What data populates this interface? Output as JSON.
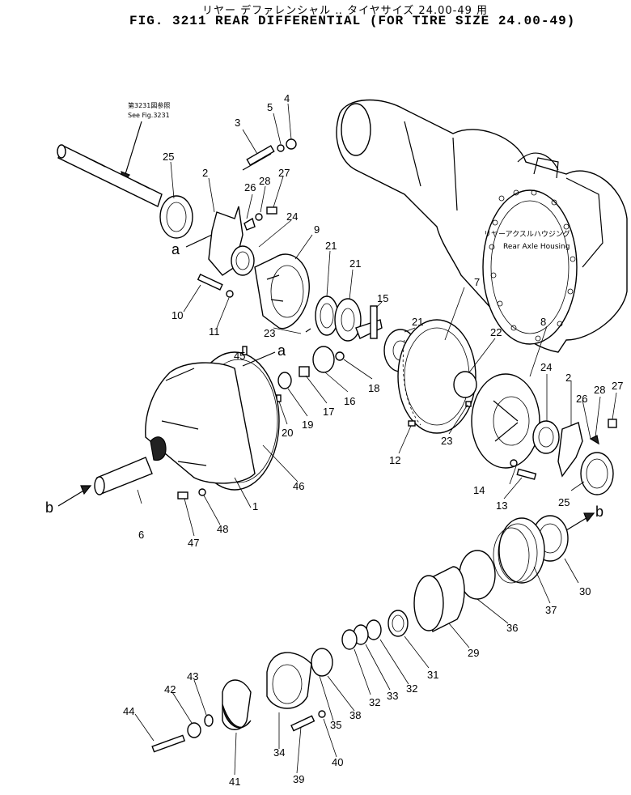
{
  "title": {
    "japanese": "リヤー デファレンシャル ‥ タイヤサイズ 24.00-49 用",
    "english": "FIG. 3211  REAR DIFFERENTIAL (FOR TIRE SIZE 24.00-49)"
  },
  "notes": {
    "see_fig_jp": "第3231図参照",
    "see_fig_en": "See Fig.3231",
    "housing_jp": "リヤーアクスルハウジング",
    "housing_en": "Rear Axle Housing"
  },
  "reference_marks": {
    "a": "a",
    "b": "b"
  },
  "part_numbers": [
    "1",
    "2",
    "3",
    "4",
    "5",
    "6",
    "7",
    "8",
    "9",
    "10",
    "11",
    "12",
    "13",
    "14",
    "15",
    "16",
    "17",
    "18",
    "19",
    "20",
    "21",
    "22",
    "23",
    "24",
    "25",
    "26",
    "27",
    "28",
    "29",
    "30",
    "31",
    "32",
    "33",
    "34",
    "35",
    "36",
    "37",
    "38",
    "39",
    "40",
    "41",
    "42",
    "43",
    "44",
    "45",
    "46",
    "47",
    "48"
  ]
}
